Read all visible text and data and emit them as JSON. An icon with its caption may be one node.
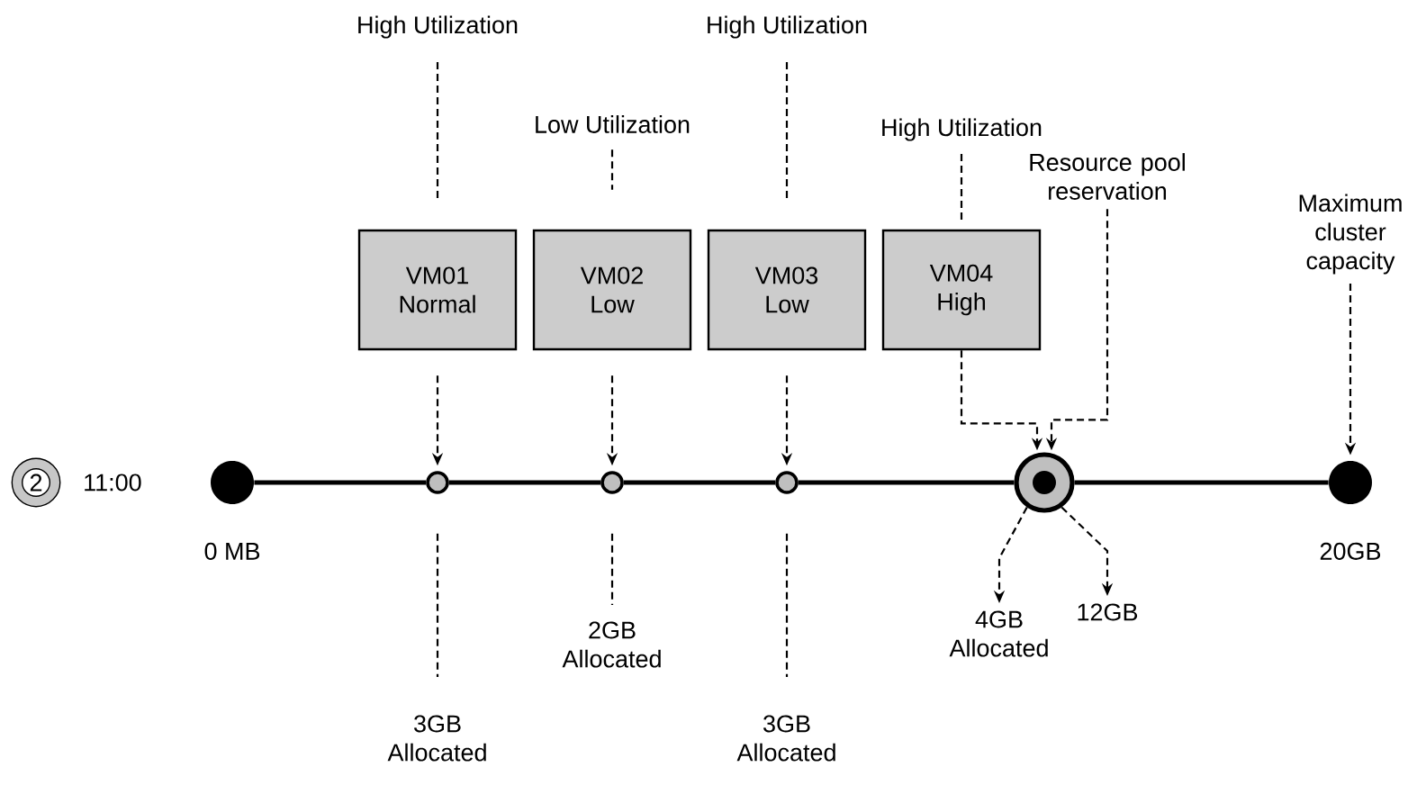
{
  "diagram": {
    "nodes": [
      {
        "text": [
          "High Utilization"
        ]
      },
      {
        "text": [
          "Low Utilization"
        ]
      },
      {
        "text": [
          "High Utilization"
        ]
      },
      {
        "text": [
          "High Utilization"
        ]
      },
      {
        "text": [
          "Resource pool reservation"
        ]
      },
      {
        "text": [
          "Maximum cluster capacity"
        ]
      },
      {
        "text": [
          "VM01",
          "Normal"
        ]
      },
      {
        "text": [
          "VM02",
          "Low"
        ]
      },
      {
        "text": [
          "VM03",
          "Low"
        ]
      },
      {
        "text": [
          "VM04",
          "High"
        ]
      },
      {
        "text": [
          "2"
        ],
        "beside": [
          "11:00"
        ]
      },
      {
        "text": [],
        "shape": "circle",
        "beside": [
          "0 MB"
        ]
      },
      {
        "text": [],
        "shape": "circle"
      },
      {
        "text": [],
        "shape": "circle"
      },
      {
        "text": [],
        "shape": "circle"
      },
      {
        "text": [],
        "shape": "circle"
      },
      {
        "text": [],
        "shape": "circle",
        "beside": [
          "20GB"
        ]
      },
      {
        "text": [
          "3GB Allocated"
        ]
      },
      {
        "text": [
          "2GB Allocated"
        ]
      },
      {
        "text": [
          "3GB Allocated"
        ]
      },
      {
        "text": [
          "4GB Allocated"
        ]
      },
      {
        "text": [
          "12GB"
        ]
      }
    ],
    "edges": [
      {
        "from": 0,
        "to": 6,
        "arrow": "none",
        "style": "dashed"
      },
      {
        "from": 1,
        "to": 7,
        "arrow": "none",
        "style": "dashed"
      },
      {
        "from": 2,
        "to": 8,
        "arrow": "none",
        "style": "dashed"
      },
      {
        "from": 3,
        "to": 9,
        "arrow": "none",
        "style": "dashed"
      },
      {
        "from": 6,
        "to": 12,
        "arrow": "to",
        "style": "dashed"
      },
      {
        "from": 7,
        "to": 13,
        "arrow": "to",
        "style": "dashed"
      },
      {
        "from": 8,
        "to": 14,
        "arrow": "to",
        "style": "dashed"
      },
      {
        "from": 9,
        "to": 15,
        "arrow": "to",
        "style": "dashed"
      },
      {
        "from": 4,
        "to": 15,
        "arrow": "to",
        "style": "dashed"
      },
      {
        "from": 5,
        "to": 16,
        "arrow": "to",
        "style": "dashed"
      },
      {
        "from": 11,
        "to": 12,
        "arrow": "none"
      },
      {
        "from": 12,
        "to": 13,
        "arrow": "none"
      },
      {
        "from": 13,
        "to": 14,
        "arrow": "none"
      },
      {
        "from": 14,
        "to": 15,
        "arrow": "none"
      },
      {
        "from": 15,
        "to": 16,
        "arrow": "none"
      },
      {
        "from": 12,
        "to": 17,
        "arrow": "none",
        "style": "dashed"
      },
      {
        "from": 13,
        "to": 18,
        "arrow": "none",
        "style": "dashed"
      },
      {
        "from": 14,
        "to": 19,
        "arrow": "none",
        "style": "dashed"
      },
      {
        "from": 15,
        "to": 20,
        "arrow": "to",
        "style": "dashed"
      },
      {
        "from": 15,
        "to": 21,
        "arrow": "to",
        "style": "dashed"
      }
    ]
  }
}
